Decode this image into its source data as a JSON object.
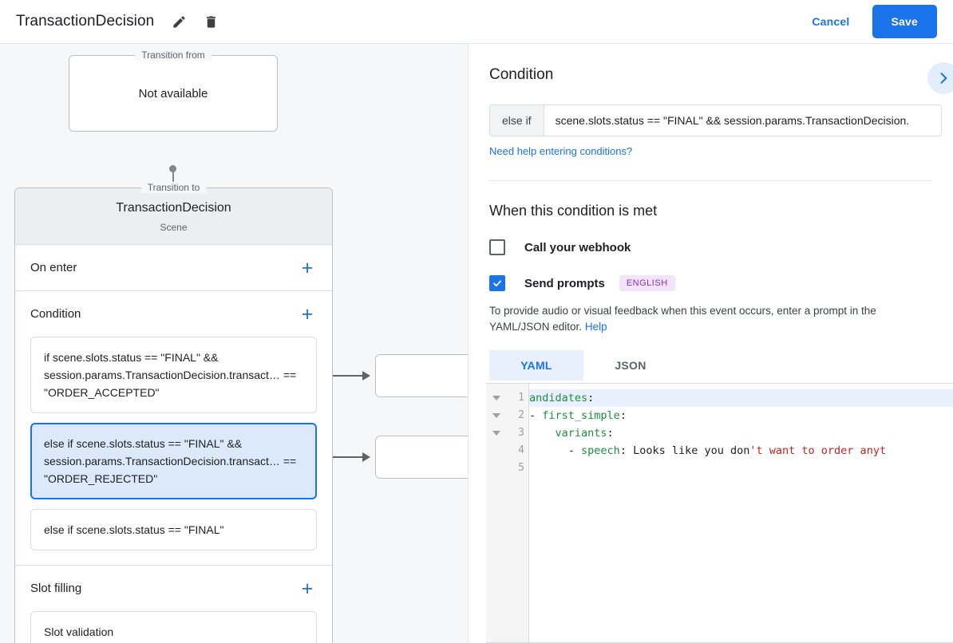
{
  "header": {
    "title": "TransactionDecision",
    "edit_icon": "pencil-icon",
    "delete_icon": "trash-icon",
    "cancel_label": "Cancel",
    "save_label": "Save",
    "accent_color": "#1a73e8"
  },
  "canvas": {
    "transition_from": {
      "legend": "Transition from",
      "value": "Not available"
    },
    "transition_to": {
      "legend": "Transition to",
      "name": "TransactionDecision",
      "subtitle": "Scene"
    },
    "sections": [
      {
        "title": "On enter",
        "add_label": "+",
        "items": []
      },
      {
        "title": "Condition",
        "add_label": "+",
        "items": [
          {
            "text": "if scene.slots.status == \"FINAL\" && session.params.TransactionDecision.transact… == \"ORDER_ACCEPTED\"",
            "selected": false
          },
          {
            "text": "else if scene.slots.status == \"FINAL\" && session.params.TransactionDecision.transact… == \"ORDER_REJECTED\"",
            "selected": true
          },
          {
            "text": "else if scene.slots.status == \"FINAL\"",
            "selected": false
          }
        ]
      },
      {
        "title": "Slot filling",
        "add_label": "+",
        "items": [
          {
            "text": "Slot validation",
            "selected": false
          }
        ]
      }
    ]
  },
  "panel": {
    "title": "Condition",
    "collapse_icon": "chevron-right-icon",
    "condition": {
      "prefix": "else if",
      "value": "scene.slots.status == \"FINAL\" && session.params.TransactionDecision.",
      "placeholder": "Enter condition",
      "help_link": "Need help entering conditions?"
    },
    "when_met": {
      "heading": "When this condition is met",
      "webhook": {
        "label": "Call your webhook",
        "checked": false
      },
      "send_prompts": {
        "label": "Send prompts",
        "checked": true,
        "badge": "ENGLISH",
        "badge_bg": "#f3e3fb",
        "badge_fg": "#8430ce"
      },
      "description": "To provide audio or visual feedback when this event occurs, enter a prompt in the YAML/JSON editor.",
      "help_label": "Help"
    },
    "editor": {
      "tabs": [
        {
          "label": "YAML",
          "active": true
        },
        {
          "label": "JSON",
          "active": false
        }
      ],
      "line_numbers": [
        "1",
        "2",
        "3",
        "4",
        "5"
      ],
      "fold_rows": [
        true,
        true,
        true,
        false,
        false
      ],
      "highlighted_line": 1,
      "lines": [
        {
          "segments": [
            {
              "t": "andidates",
              "c": "key"
            },
            {
              "t": ":",
              "c": "punct"
            }
          ]
        },
        {
          "segments": [
            {
              "t": "- ",
              "c": "plain"
            },
            {
              "t": "first_simple",
              "c": "key"
            },
            {
              "t": ":",
              "c": "punct"
            }
          ]
        },
        {
          "segments": [
            {
              "t": "    ",
              "c": "plain"
            },
            {
              "t": "variants",
              "c": "key"
            },
            {
              "t": ":",
              "c": "punct"
            }
          ]
        },
        {
          "segments": [
            {
              "t": "      - ",
              "c": "plain"
            },
            {
              "t": "speech",
              "c": "key"
            },
            {
              "t": ": ",
              "c": "punct"
            },
            {
              "t": "Looks like you don",
              "c": "plain"
            },
            {
              "t": "'t want to order anyt",
              "c": "str"
            }
          ]
        },
        {
          "segments": [
            {
              "t": "",
              "c": "plain"
            }
          ]
        }
      ]
    }
  }
}
